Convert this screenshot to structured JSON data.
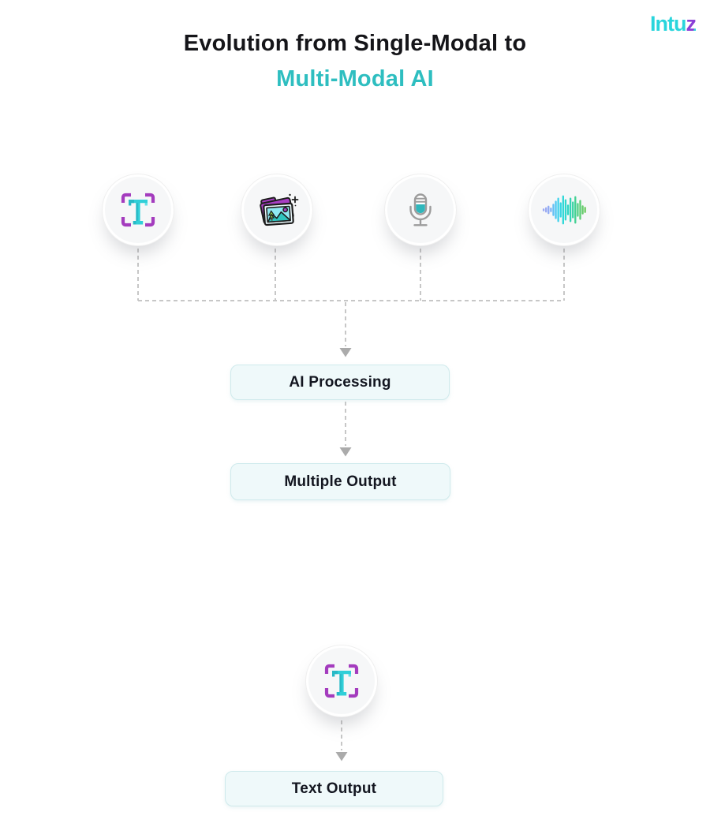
{
  "title": {
    "line1": "Evolution from Single-Modal to",
    "line2": "Multi-Modal AI"
  },
  "logo": {
    "main": "Intu",
    "accent": "z",
    "name": "Intuz"
  },
  "colors": {
    "accent_teal": "#2EBEC0",
    "accent_purple": "#A43CBE",
    "logo_cyan": "#29D5DC",
    "logo_purple": "#8A3FD6",
    "title_dark": "#151519",
    "box_background": "#EFF9FA",
    "box_border": "#CFEAEC",
    "connector_gray": "#C7C7C7",
    "arrow_gray": "#ABABAB"
  },
  "multi_modal_flow": {
    "inputs": [
      {
        "id": "text",
        "icon": "text-icon"
      },
      {
        "id": "image",
        "icon": "image-icon"
      },
      {
        "id": "voice",
        "icon": "microphone-icon"
      },
      {
        "id": "audio",
        "icon": "audio-waveform-icon"
      }
    ],
    "process_label": "AI Processing",
    "output_label": "Multiple Output"
  },
  "single_modal_flow": {
    "input": {
      "id": "text",
      "icon": "text-icon"
    },
    "output_label": "Text Output"
  }
}
